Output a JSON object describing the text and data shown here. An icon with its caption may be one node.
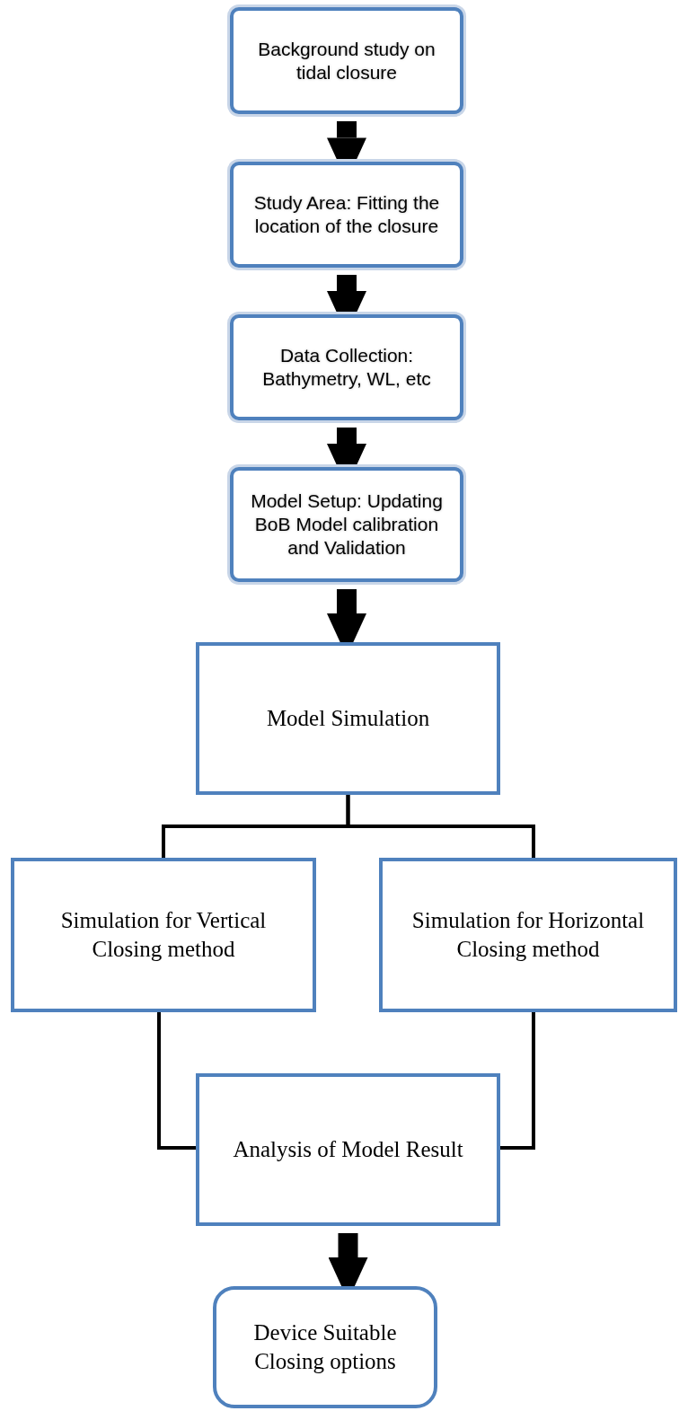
{
  "diagram": {
    "nodes": [
      {
        "text": [
          "Background study on tidal closure"
        ]
      },
      {
        "text": [
          "Study Area: Fitting the location of the closure"
        ]
      },
      {
        "text": [
          "Data Collection: Bathymetry, WL, etc"
        ]
      },
      {
        "text": [
          "Model Setup: Updating BoB Model calibration and Validation"
        ]
      },
      {
        "text": [
          "Model Simulation"
        ]
      },
      {
        "text": [
          "Simulation for Vertical Closing method"
        ]
      },
      {
        "text": [
          "Simulation for Horizontal Closing method"
        ]
      },
      {
        "text": [
          "Analysis of Model Result"
        ]
      },
      {
        "text": [
          "Device Suitable Closing options"
        ]
      }
    ],
    "edges": [
      {
        "from": 0,
        "to": 1,
        "arrow": "to"
      },
      {
        "from": 1,
        "to": 2,
        "arrow": "to"
      },
      {
        "from": 2,
        "to": 3,
        "arrow": "to"
      },
      {
        "from": 3,
        "to": 4,
        "arrow": "to"
      },
      {
        "from": 4,
        "to": 5,
        "arrow": "none"
      },
      {
        "from": 4,
        "to": 6,
        "arrow": "none"
      },
      {
        "from": 5,
        "to": 7,
        "arrow": "none"
      },
      {
        "from": 6,
        "to": 7,
        "arrow": "none"
      },
      {
        "from": 7,
        "to": 8,
        "arrow": "to"
      }
    ]
  }
}
